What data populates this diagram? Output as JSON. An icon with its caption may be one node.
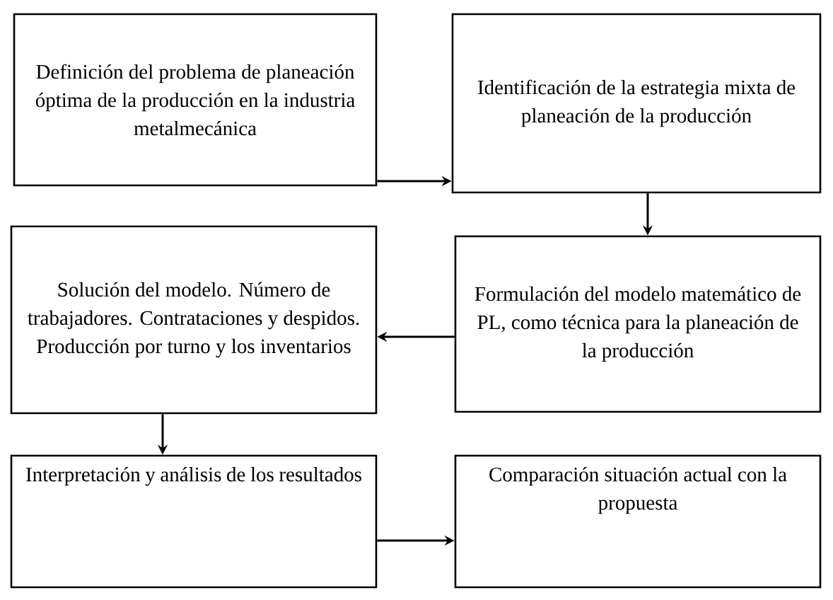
{
  "diagram": {
    "nodes": [
      {
        "text": [
          "Definición del problema de planeación óptima de la producción en la industria metalmecánica"
        ]
      },
      {
        "text": [
          "Identificación de la estrategia mixta de planeación de la producción"
        ]
      },
      {
        "text": [
          "Formulación del modelo matemático de PL, como técnica para la planeación de la producción"
        ]
      },
      {
        "text": [
          "Solución del modelo. Número de trabajadores. Contrataciones y despidos. Producción por turno y los inventarios"
        ]
      },
      {
        "text": [
          "Interpretación y análisis de los resultados"
        ]
      },
      {
        "text": [
          "Comparación situación actual con la propuesta"
        ]
      }
    ],
    "edges": [
      {
        "from": 0,
        "to": 1,
        "arrow": "to"
      },
      {
        "from": 1,
        "to": 2,
        "arrow": "to"
      },
      {
        "from": 2,
        "to": 3,
        "arrow": "to"
      },
      {
        "from": 3,
        "to": 4,
        "arrow": "to"
      },
      {
        "from": 4,
        "to": 5,
        "arrow": "to"
      }
    ]
  }
}
